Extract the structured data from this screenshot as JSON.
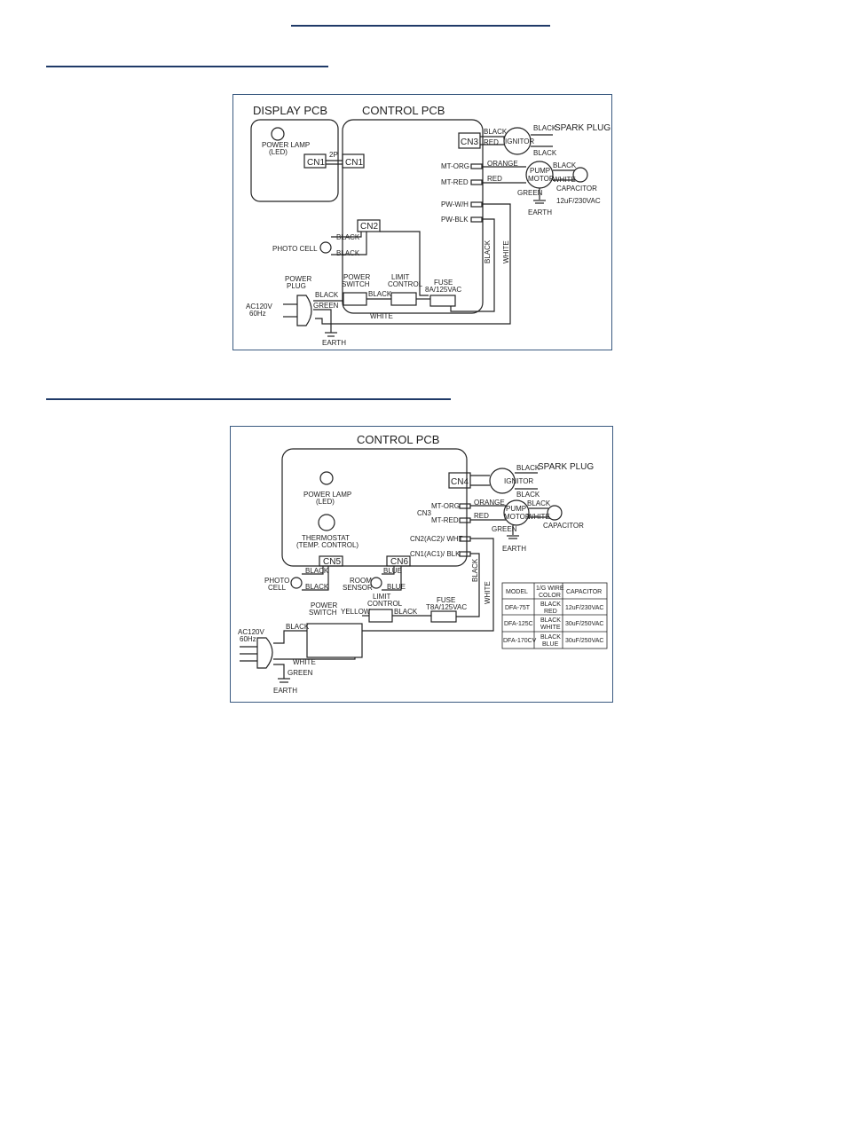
{
  "d1": {
    "display_pcb": "DISPLAY PCB",
    "control_pcb": "CONTROL PCB",
    "power_lamp": "POWER LAMP",
    "led": "(LED)",
    "cn1": "CN1",
    "two_p": "2P",
    "cn2": "CN2",
    "cn3": "CN3",
    "photo_cell": "PHOTO CELL",
    "black": "BLACK",
    "red": "RED",
    "orange": "ORANGE",
    "white": "WHITE",
    "green": "GREEN",
    "ignitor": "IGNITOR",
    "spark_plug": "SPARK PLUG",
    "pump": "PUMP",
    "motor": "MOTOR",
    "capacitor": "CAPACITOR",
    "cap_value": "12uF/230VAC",
    "earth": "EARTH",
    "mt_org": "MT-ORG",
    "mt_red": "MT-RED",
    "pw_wh": "PW-W/H",
    "pw_blk": "PW-BLK",
    "fuse": "FUSE",
    "fuse_value": "8A/125VAC",
    "power_plug_1": "POWER",
    "power_plug_2": "PLUG",
    "power_switch_1": "POWER",
    "power_switch_2": "SWITCH",
    "limit_control_1": "LIMIT",
    "limit_control_2": "CONTROL",
    "ac": "AC120V",
    "hz": "60Hz"
  },
  "d2": {
    "control_pcb": "CONTROL PCB",
    "power_lamp": "POWER LAMP",
    "led": "(LED)",
    "thermostat": "THERMOSTAT",
    "temp_control": "(TEMP. CONTROL)",
    "cn3": "CN3",
    "cn4": "CN4",
    "cn5": "CN5",
    "cn6": "CN6",
    "black": "BLACK",
    "blue": "BLUE",
    "red": "RED",
    "orange": "ORANGE",
    "white": "WHITE",
    "green": "GREEN",
    "yellow": "YELLOW",
    "ignitor": "IGNITOR",
    "spark_plug": "SPARK PLUG",
    "pump": "PUMP",
    "motor": "MOTOR",
    "capacitor": "CAPACITOR",
    "earth": "EARTH",
    "mt_org": "MT-ORG",
    "mt_red": "MT-RED",
    "cn2_wht": "CN2(AC2)/ WHT",
    "cn1_blk": "CN1(AC1)/ BLK",
    "photo_1": "PHOTO",
    "photo_2": "CELL",
    "room_1": "ROOM",
    "room_2": "SENSOR",
    "fuse": "FUSE",
    "fuse_value": "T8A/125VAC",
    "power_switch_1": "POWER",
    "power_switch_2": "SWITCH",
    "limit_control_1": "LIMIT",
    "limit_control_2": "CONTROL",
    "ac": "AC120V",
    "hz": "60Hz",
    "table": {
      "headers": [
        "MODEL",
        "1/G WIRE",
        "COLOR",
        "CAPACITOR"
      ],
      "rows": [
        {
          "model": "DFA-75T",
          "c1": "BLACK",
          "c2": "RED",
          "cap": "12uF/230VAC"
        },
        {
          "model": "DFA-125C",
          "c1": "BLACK",
          "c2": "WHITE",
          "cap": "30uF/250VAC"
        },
        {
          "model": "DFA-170CV",
          "c1": "BLACK",
          "c2": "BLUE",
          "cap": "30uF/250VAC"
        }
      ]
    }
  }
}
